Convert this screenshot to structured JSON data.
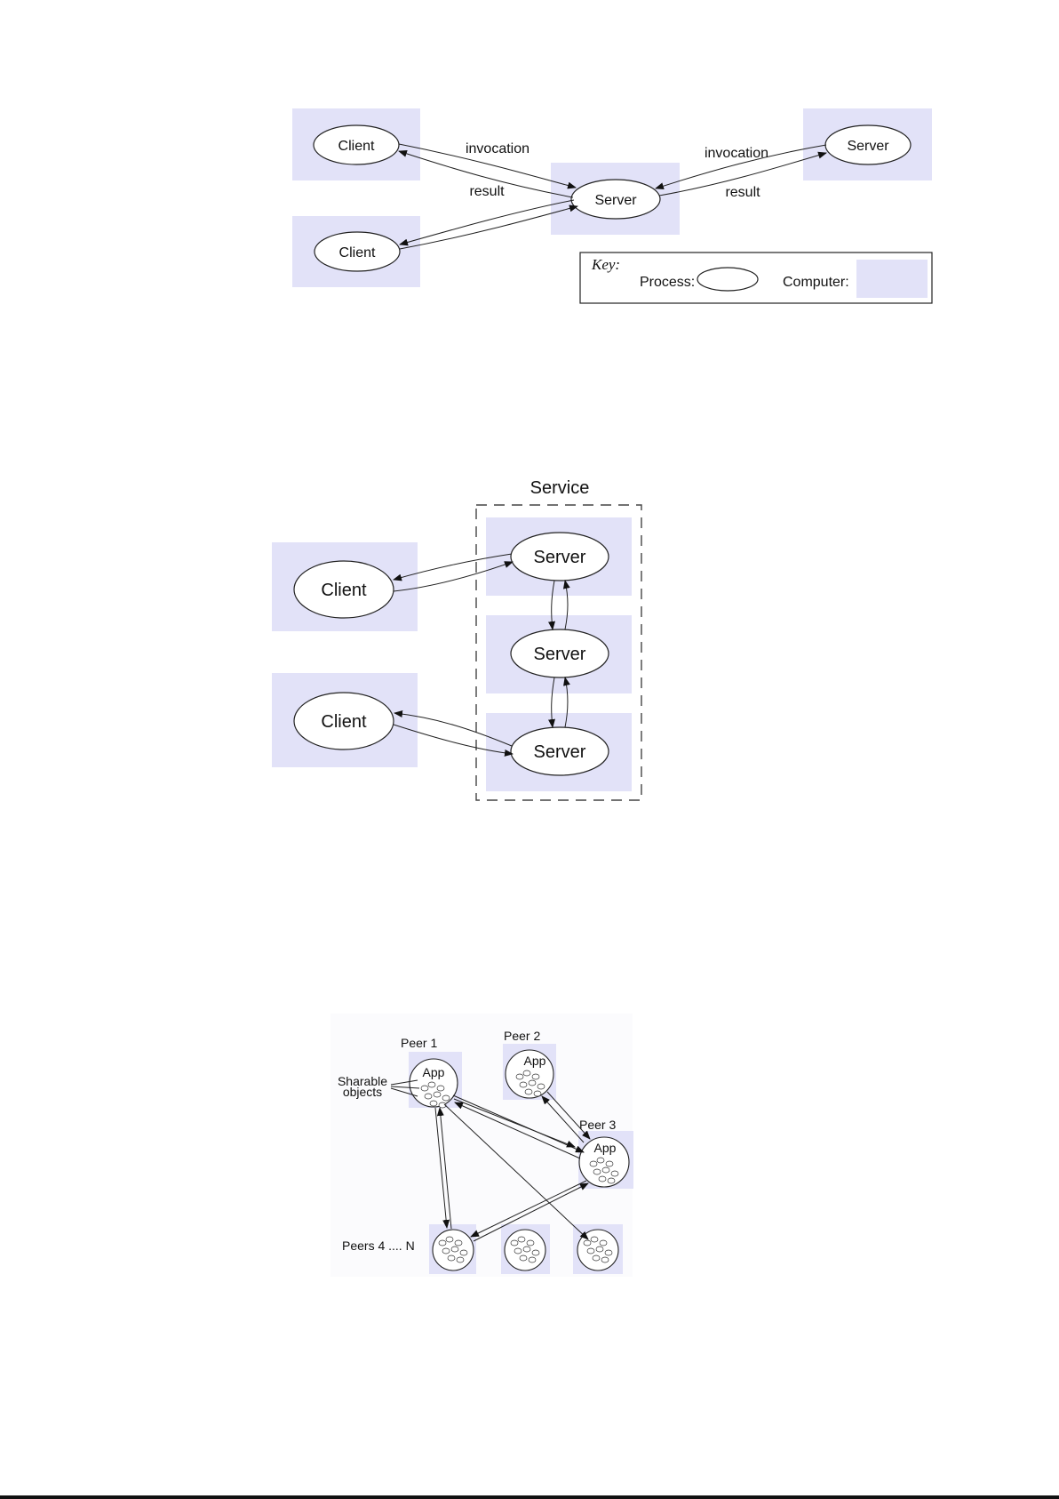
{
  "figure1": {
    "client_label": "Client",
    "server_label": "Server",
    "invocation_label": "invocation",
    "result_label": "result",
    "key": {
      "title": "Key:",
      "process_label": "Process:",
      "computer_label": "Computer:"
    }
  },
  "figure2": {
    "service_label": "Service",
    "client_label": "Client",
    "server_label": "Server"
  },
  "figure3": {
    "peer1_label": "Peer 1",
    "peer2_label": "Peer 2",
    "peer3_label": "Peer 3",
    "app_label": "App",
    "sharable_label_line1": "Sharable",
    "sharable_label_line2": "objects",
    "peers_n_label": "Peers 4 .... N"
  },
  "colors": {
    "computer_fill": "#e2e2f8",
    "stroke": "#222222"
  }
}
